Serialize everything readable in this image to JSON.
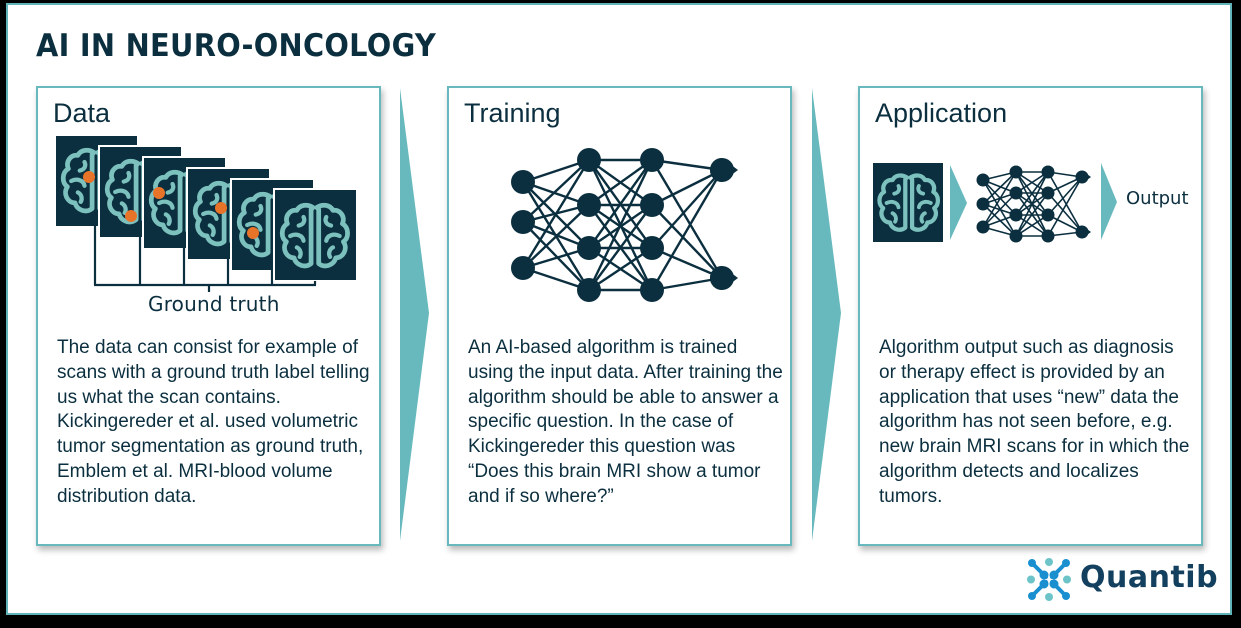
{
  "header": {
    "title": "AI IN NEURO-ONCOLOGY"
  },
  "colors": {
    "navy": "#0b2f3f",
    "teal": "#68b9be",
    "brain_outline": "#7cc1be",
    "tumor_dot": "#e8742a",
    "logo_blue": "#1a8fd0",
    "logo_teal": "#6cc4c8",
    "logo_text": "#12405e"
  },
  "panels": [
    {
      "title": "Data",
      "graphic": {
        "type": "scan-stack",
        "scan_count": 6,
        "label": "Ground truth",
        "scans_with_tumor": 5
      },
      "text": "The data can consist for example of scans with a ground truth label telling us what the scan contains. Kickingereder et al. used volumetric tumor segmentation as ground truth, Emblem et al. MRI-blood volume distribution data."
    },
    {
      "title": "Training",
      "graphic": {
        "type": "neural-network",
        "layers": [
          3,
          4,
          4,
          2
        ]
      },
      "text": "An AI-based algorithm is trained using the input data. After training the algorithm should be able to answer a specific question. In the case of Kickingereder this question was “Does this brain MRI show a tumor and if so where?”"
    },
    {
      "title": "Application",
      "graphic": {
        "type": "brain-to-network-to-output",
        "output_label": "Output"
      },
      "text": "Algorithm output such as diagnosis or therapy effect is provided by an application that uses “new” data the algorithm has not seen before, e.g. new brain MRI scans for in which the algorithm detects and localizes tumors."
    }
  ],
  "logo": {
    "name": "Quantib"
  }
}
